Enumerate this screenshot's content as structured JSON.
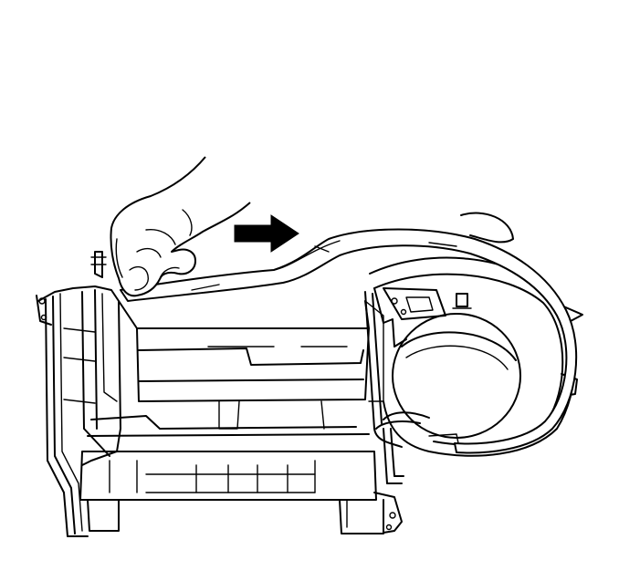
{
  "figure": {
    "background": "#ffffff",
    "line_color": "#000000",
    "parts": {
      "hand": "hand-icon",
      "arrow": "arrow-right-icon",
      "seal": "seal-strip",
      "housing": "hvac-module-housing",
      "blower": "blower-scroll",
      "pipe": "evaporator-tube"
    }
  }
}
